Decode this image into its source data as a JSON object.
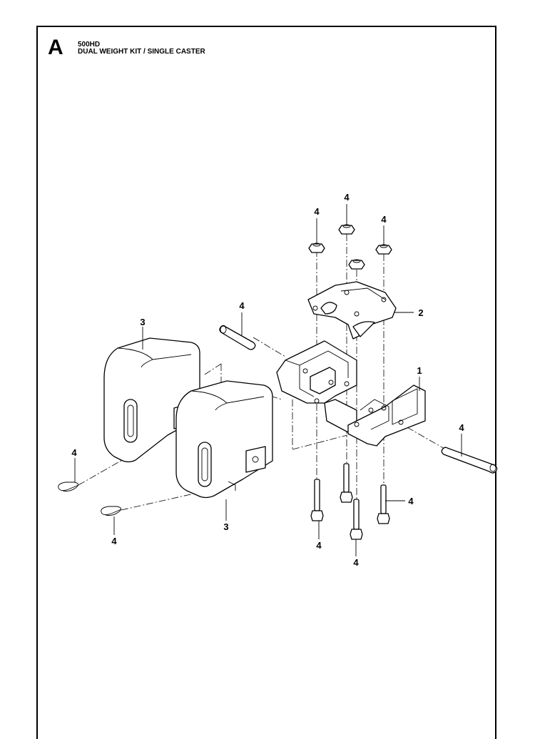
{
  "header": {
    "section_letter": "A",
    "model": "500HD",
    "title": "DUAL WEIGHT KIT / SINGLE CASTER"
  },
  "callouts": {
    "nut_left": "4",
    "nut_top": "4",
    "nut_right": "4",
    "bracket_2": "2",
    "pin_upper": "4",
    "weight_back": "3",
    "bracket_1": "1",
    "pin_right": "4",
    "clip_upper": "4",
    "clip_lower": "4",
    "weight_front": "3",
    "bolt_right": "4",
    "bolt_left": "4",
    "bolt_center": "4"
  }
}
